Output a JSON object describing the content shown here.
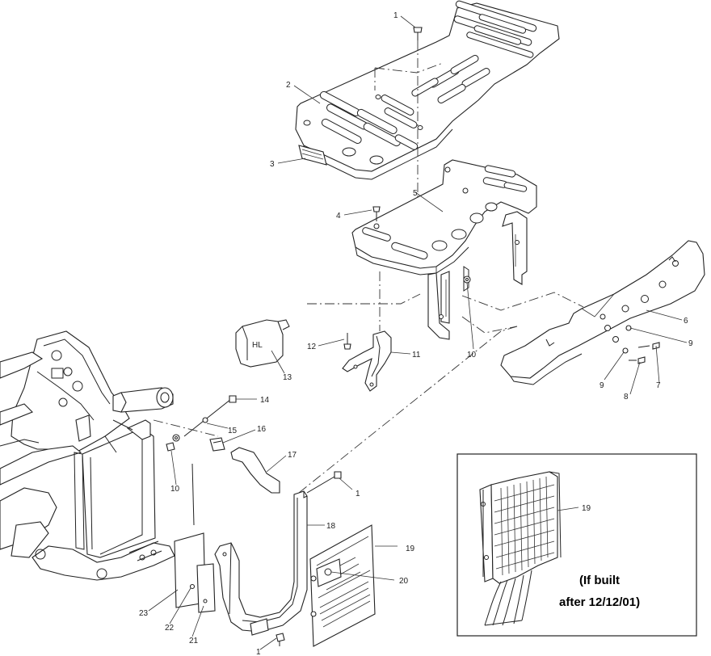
{
  "callouts": {
    "c1_top": "1",
    "c2": "2",
    "c3": "3",
    "c4": "4",
    "c5": "5",
    "c6": "6",
    "c7": "7",
    "c8": "8",
    "c9a": "9",
    "c9b": "9",
    "c10a": "10",
    "c10b": "10",
    "c11": "11",
    "c12": "12",
    "c13": "13",
    "c14": "14",
    "c15": "15",
    "c16": "16",
    "c17": "17",
    "c18": "18",
    "c19": "19",
    "c19_inset": "19",
    "c20": "20",
    "c21": "21",
    "c22": "22",
    "c23": "23",
    "c1_mid": "1",
    "c1_bottom": "1"
  },
  "inset": {
    "note_line1": "(If built",
    "note_line2": "after 12/12/01)"
  }
}
